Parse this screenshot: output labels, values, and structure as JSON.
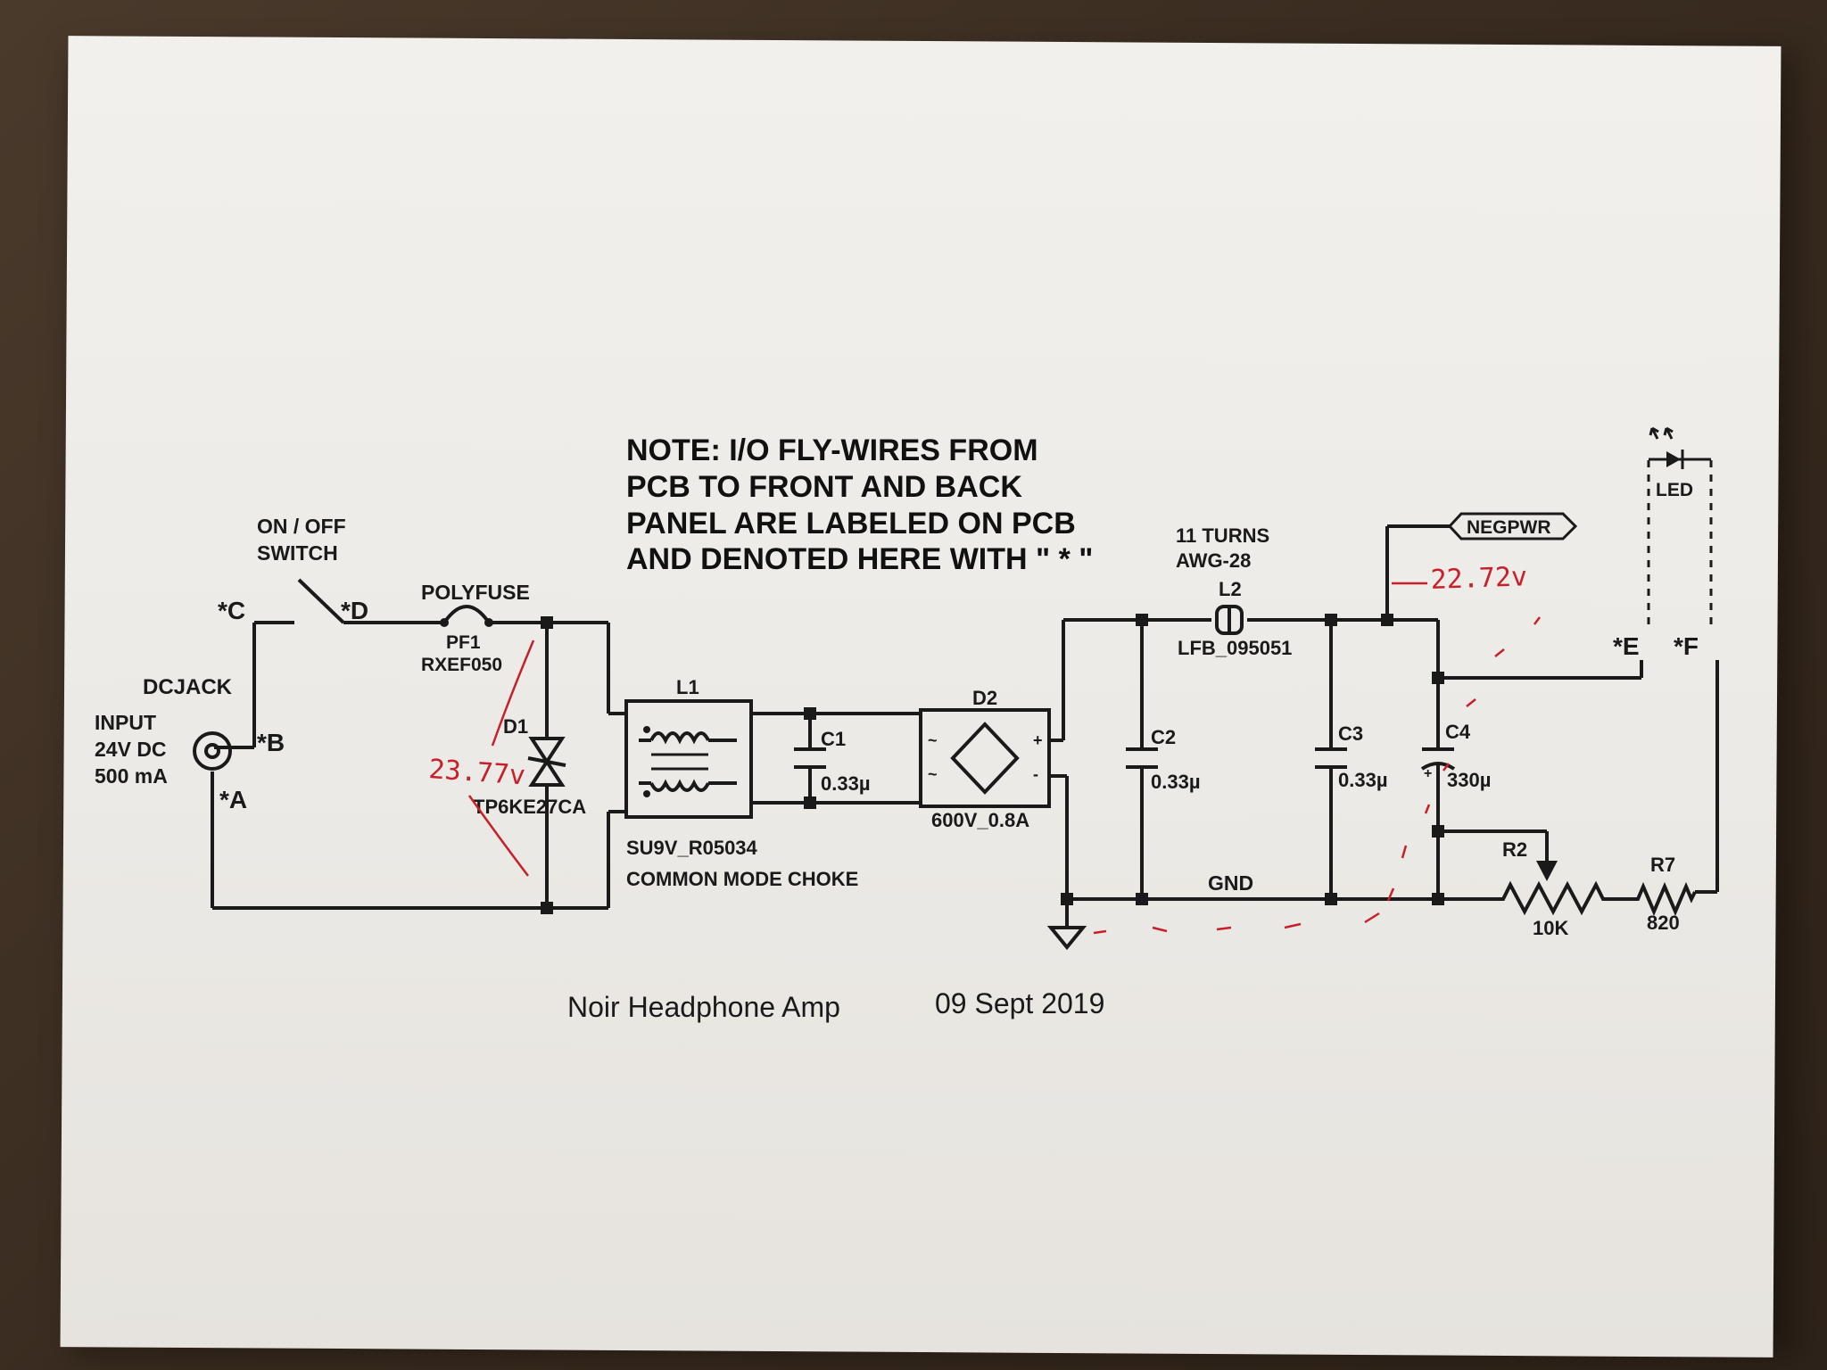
{
  "note": {
    "line1": "NOTE: I/O FLY-WIRES FROM",
    "line2": "PCB TO FRONT AND BACK",
    "line3": "PANEL ARE LABELED ON PCB",
    "line4": "AND DENOTED HERE WITH \" * \""
  },
  "footer": {
    "title": "Noir Headphone Amp",
    "date": "09 Sept 2019"
  },
  "input": {
    "name": "DCJACK",
    "line1": "INPUT",
    "line2": "24V DC",
    "line3": "500 mA"
  },
  "switch": {
    "line1": "ON / OFF",
    "line2": "SWITCH"
  },
  "pins": {
    "a": "*A",
    "b": "*B",
    "c": "*C",
    "d": "*D",
    "e": "*E",
    "f": "*F"
  },
  "polyfuse": {
    "label": "POLYFUSE",
    "ref": "PF1",
    "part": "RXEF050"
  },
  "d1": {
    "ref": "D1",
    "part": "TP6KE27CA"
  },
  "l1": {
    "ref": "L1",
    "part": "SU9V_R05034",
    "desc": "COMMON MODE CHOKE"
  },
  "c1": {
    "ref": "C1",
    "value": "0.33µ"
  },
  "d2": {
    "ref": "D2",
    "rating": "600V_0.8A"
  },
  "l2": {
    "turns": "11 TURNS",
    "wire": "AWG-28",
    "ref": "L2",
    "part": "LFB_095051"
  },
  "c2": {
    "ref": "C2",
    "value": "0.33µ"
  },
  "c3": {
    "ref": "C3",
    "value": "0.33µ"
  },
  "c4": {
    "ref": "C4",
    "value": "330µ"
  },
  "net": {
    "negpwr": "NEGPWR",
    "gnd": "GND"
  },
  "r2": {
    "ref": "R2",
    "value": "10K"
  },
  "r7": {
    "ref": "R7",
    "value": "820"
  },
  "led": {
    "label": "LED"
  },
  "annotations": {
    "v1": "23.77v",
    "v2": "22.72v"
  },
  "colors": {
    "paper": "#eceae6",
    "ink": "#1a1a1a",
    "pen": "#c8202a",
    "background": "#3a2c20"
  }
}
